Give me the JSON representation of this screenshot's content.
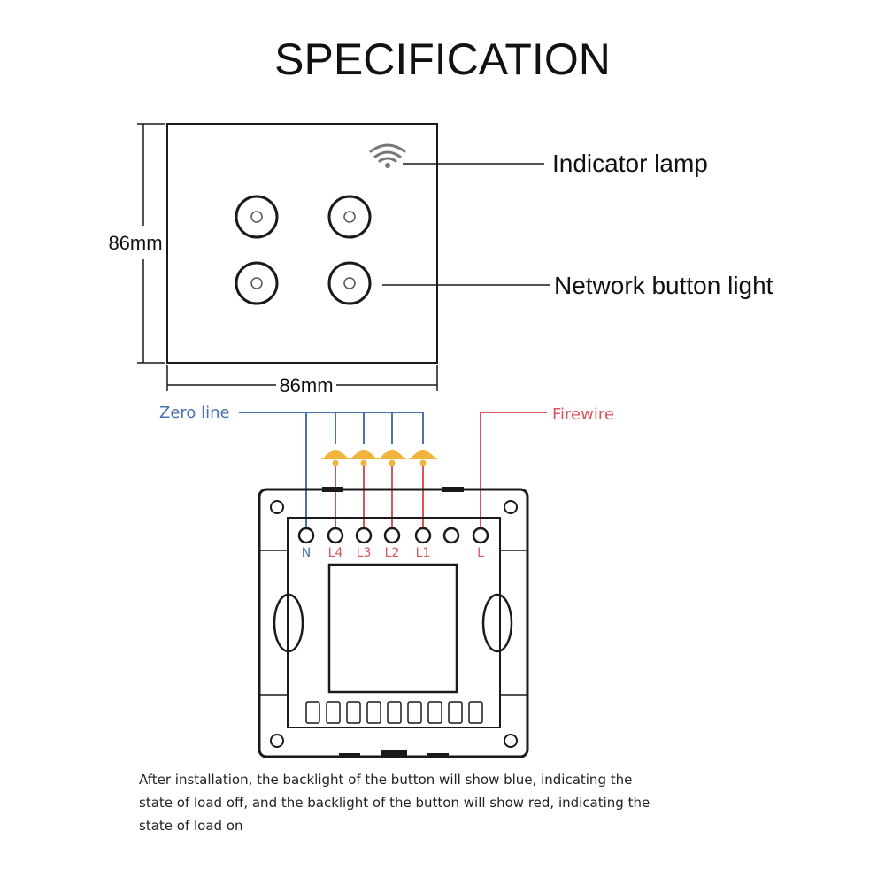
{
  "title": "SPECIFICATION",
  "callouts": {
    "indicator_lamp": "Indicator lamp",
    "network_button_light": "Network button light"
  },
  "dimensions": {
    "height": "86mm",
    "width": "86mm"
  },
  "wiring": {
    "zero_line": "Zero line",
    "firewire": "Firewire",
    "terminals": [
      "N",
      "L4",
      "L3",
      "L2",
      "L1",
      "",
      "L"
    ]
  },
  "colors": {
    "neutral_wire": "#4a72b0",
    "live_wire": "#d9545d",
    "lamp": "#f0b43c",
    "outline": "#1a1a1a"
  },
  "icons": {
    "indicator": "wifi-icon",
    "load": "lamp-icon"
  },
  "footnote": "After installation, the backlight of the button will show blue, indicating the state of load off, and the backlight of the button will show red, indicating the state of load on"
}
